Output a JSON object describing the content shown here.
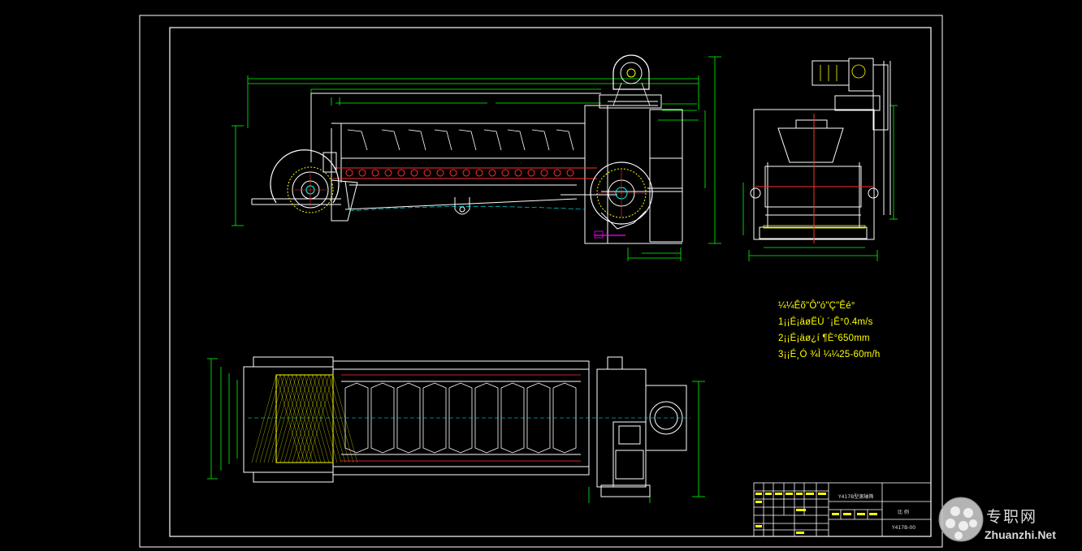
{
  "notes": {
    "heading": "¼¼Êõ\"Ô\"ó\"Ç\"Êé°",
    "lines": [
      "1¡¡É¡äøËÙ ´¡Ê°0.4m/s",
      "2¡¡É¡äø¿í ¶È°650mm",
      "3¡¡É¸Ó ¾Ì ¼¼25-60m/h"
    ]
  },
  "title_block": {
    "drawing_name": "Y417B型滚轴筛",
    "drawing_number": "Y417B-00",
    "scale_label": "比 例"
  },
  "watermark": {
    "cn_text": "专职网",
    "site_text": "Zhuanzhi.Net"
  },
  "colors": {
    "background": "#000000",
    "frame": "#ffffff",
    "dimension": "#00ff00",
    "outline": "#ffffff",
    "hidden_yellow": "#ffff00",
    "chain_red": "#ff3030",
    "magenta": "#ff00ff",
    "cyan": "#00ffff"
  }
}
